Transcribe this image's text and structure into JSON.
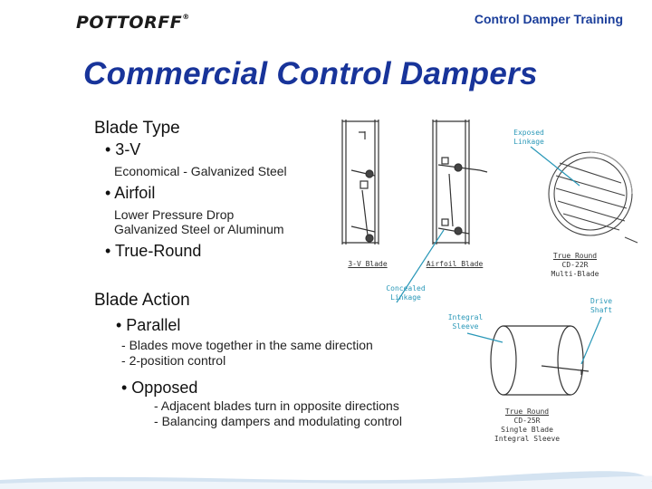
{
  "header": {
    "logo_text": "POTTORFF",
    "logo_mark": "®",
    "title": "Control Damper Training"
  },
  "slide": {
    "title": "Commercial Control Dampers"
  },
  "blade_type": {
    "heading": "Blade Type",
    "items": [
      {
        "bullet": "• 3-V",
        "lines": [
          "Economical - Galvanized Steel"
        ]
      },
      {
        "bullet": "• Airfoil",
        "lines": [
          "Lower Pressure Drop",
          "Galvanized Steel or Aluminum"
        ]
      },
      {
        "bullet": "• True-Round",
        "lines": []
      }
    ]
  },
  "blade_action": {
    "heading": "Blade Action",
    "parallel": {
      "bullet": "• Parallel",
      "lines": [
        "Blades move together in the same direction",
        "2-position control"
      ]
    },
    "opposed": {
      "bullet": "• Opposed",
      "lines": [
        "Adjacent blades turn in opposite directions",
        "Balancing dampers and modulating control"
      ]
    }
  },
  "diagram_labels": {
    "blade_3v": "3-V Blade",
    "blade_airfoil": "Airfoil Blade",
    "exposed_linkage": [
      "Exposed",
      "Linkage"
    ],
    "concealed_linkage": [
      "Concealed",
      "Linkage"
    ],
    "integral_sleeve": [
      "Integral",
      "Sleeve"
    ],
    "drive_shaft": [
      "Drive",
      "Shaft"
    ],
    "cd22r": [
      "True Round",
      "CD-22R",
      "Multi-Blade"
    ],
    "cd25r": [
      "True Round",
      "CD-25R",
      "Single Blade",
      "Integral Sleeve"
    ]
  },
  "colors": {
    "title_blue": "#18349a",
    "header_blue": "#1a3d9a",
    "callout_teal": "#2a98b8"
  }
}
